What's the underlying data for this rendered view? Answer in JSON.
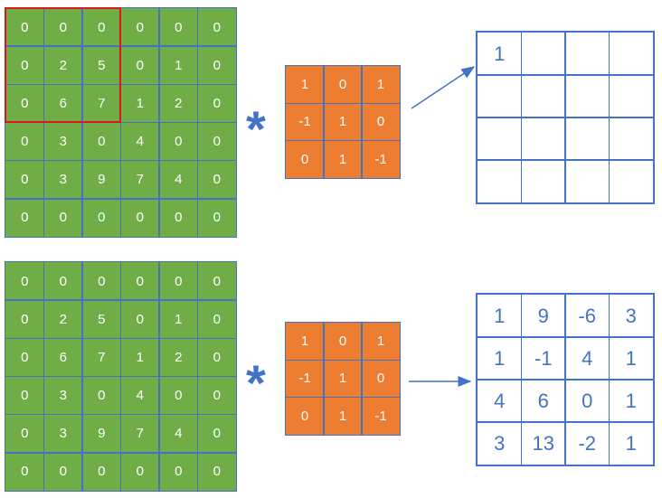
{
  "operator_symbol": "*",
  "colors": {
    "input": "#70ad47",
    "kernel": "#ed7d31",
    "grid_lines": "#4472c4",
    "highlight": "#e0141e"
  },
  "input_matrix": [
    [
      "0",
      "0",
      "0",
      "0",
      "0",
      "0"
    ],
    [
      "0",
      "2",
      "5",
      "0",
      "1",
      "0"
    ],
    [
      "0",
      "6",
      "7",
      "1",
      "2",
      "0"
    ],
    [
      "0",
      "3",
      "0",
      "4",
      "0",
      "0"
    ],
    [
      "0",
      "3",
      "9",
      "7",
      "4",
      "0"
    ],
    [
      "0",
      "0",
      "0",
      "0",
      "0",
      "0"
    ]
  ],
  "kernel": [
    [
      "1",
      "0",
      "1"
    ],
    [
      "-1",
      "1",
      "0"
    ],
    [
      "0",
      "1",
      "-1"
    ]
  ],
  "output_partial": [
    [
      "1",
      "",
      "",
      ""
    ],
    [
      "",
      "",
      "",
      ""
    ],
    [
      "",
      "",
      "",
      ""
    ],
    [
      "",
      "",
      "",
      ""
    ]
  ],
  "output_full": [
    [
      "1",
      "9",
      "-6",
      "3"
    ],
    [
      "1",
      "-1",
      "4",
      "1"
    ],
    [
      "4",
      "6",
      "0",
      "1"
    ],
    [
      "3",
      "13",
      "-2",
      "1"
    ]
  ]
}
